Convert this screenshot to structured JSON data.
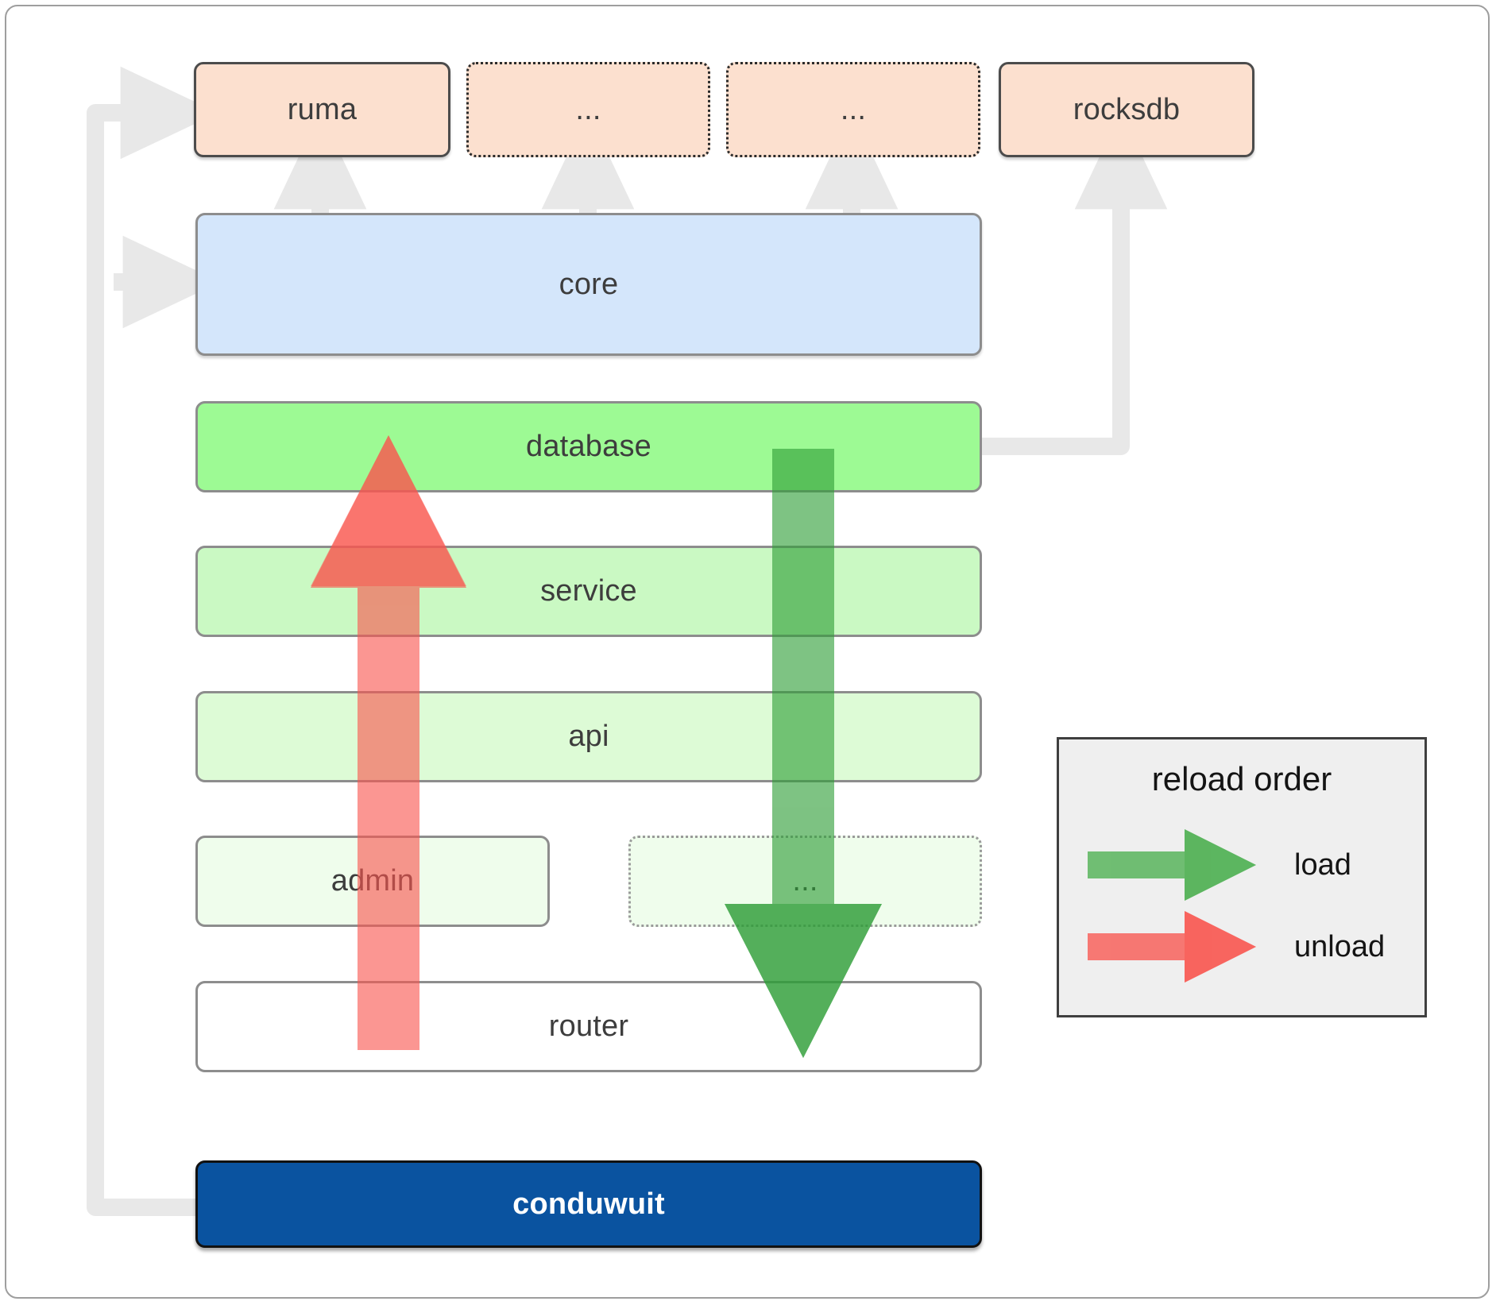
{
  "diagram": {
    "title": "conduwuit crate / reload order architecture",
    "background": "#ffffff",
    "frame_border_color": "#9e9e9e"
  },
  "dependencies": {
    "items": [
      {
        "label": "ruma",
        "style": "solid",
        "fill": "#fce0cf"
      },
      {
        "label": "...",
        "style": "dotted",
        "fill": "#fce0cf"
      },
      {
        "label": "...",
        "style": "dotted",
        "fill": "#fce0cf"
      },
      {
        "label": "rocksdb",
        "style": "solid",
        "fill": "#fce0cf"
      }
    ]
  },
  "core": {
    "label": "core",
    "fill": "#d4e6fb"
  },
  "crates": [
    {
      "label": "database",
      "fill": "#9dfa94",
      "style": "solid"
    },
    {
      "label": "service",
      "fill": "#caf9c3",
      "style": "solid"
    },
    {
      "label": "api",
      "fill": "#ddfbd6",
      "style": "solid"
    },
    {
      "label": "admin",
      "fill": "#effdec",
      "style": "solid"
    },
    {
      "label": "...",
      "fill": "#effdec",
      "style": "dotted"
    },
    {
      "label": "router",
      "fill": "#ffffff",
      "style": "solid"
    }
  ],
  "app": {
    "label": "conduwuit",
    "fill": "#0a53a0",
    "text_color": "#ffffff"
  },
  "legend": {
    "title": "reload order",
    "items": [
      {
        "label": "load",
        "color": "#4caf50",
        "direction": "down"
      },
      {
        "label": "unload",
        "color": "#f97b7b",
        "direction": "up"
      }
    ]
  },
  "arrows": {
    "load_color": "#4caf50",
    "unload_color": "#f97b7b",
    "connector_color": "#e8e8e8"
  }
}
